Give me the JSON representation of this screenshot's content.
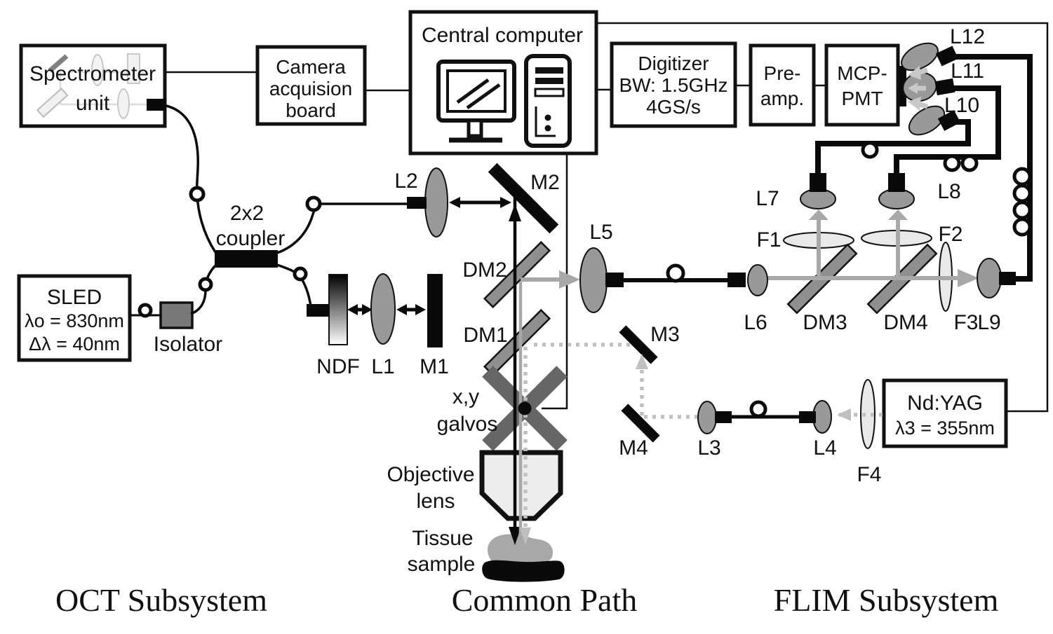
{
  "boxes": {
    "spectrometer": {
      "lines": [
        "Spectrometer",
        "unit"
      ]
    },
    "camera_board": {
      "lines": [
        "Camera",
        "acquision",
        "board"
      ]
    },
    "central_computer": {
      "title": "Central computer"
    },
    "digitizer": {
      "lines": [
        "Digitizer",
        "BW: 1.5GHz",
        "4GS/s"
      ]
    },
    "preamp": {
      "lines": [
        "Pre-",
        "amp."
      ]
    },
    "mcp_pmt": {
      "lines": [
        "MCP-",
        "PMT"
      ]
    },
    "sled": {
      "lines": [
        "SLED",
        "λo = 830nm",
        "Δλ = 40nm"
      ]
    },
    "nd_yag": {
      "lines": [
        "Nd:YAG",
        "λ3 = 355nm"
      ]
    }
  },
  "labels": {
    "coupler": [
      "2x2",
      "coupler"
    ],
    "isolator": "Isolator",
    "ndf": "NDF",
    "l1": "L1",
    "m1": "M1",
    "l2": "L2",
    "m2": "M2",
    "dm1": "DM1",
    "dm2": "DM2",
    "dm3": "DM3",
    "dm4": "DM4",
    "m3": "M3",
    "m4": "M4",
    "galvos": [
      "x,y",
      "galvos"
    ],
    "objective": [
      "Objective",
      "lens"
    ],
    "tissue": [
      "Tissue",
      "sample"
    ],
    "l3": "L3",
    "l4": "L4",
    "l5": "L5",
    "l6": "L6",
    "l7": "L7",
    "l8": "L8",
    "l9": "L9",
    "l10": "L10",
    "l11": "L11",
    "l12": "L12",
    "f1": "F1",
    "f2": "F2",
    "f3": "F3",
    "f4": "F4"
  },
  "sections": {
    "oct": "OCT Subsystem",
    "common": "Common Path",
    "flim": "FLIM Subsystem"
  },
  "icons": {
    "computer": "desktop-computer-icon",
    "fiber_loop": "fiber-loop-icon"
  },
  "colors": {
    "ink": "#111111",
    "lens_gray": "#999999",
    "beam_gray": "#a8a8a8",
    "dashed_beam_gray": "#c0c0c0",
    "dichroic_gray": "#8f8f8f",
    "galvo_gray": "#666666",
    "filter_fill": "#e9e9e9",
    "isolator_gray": "#787878",
    "background": "#ffffff"
  }
}
